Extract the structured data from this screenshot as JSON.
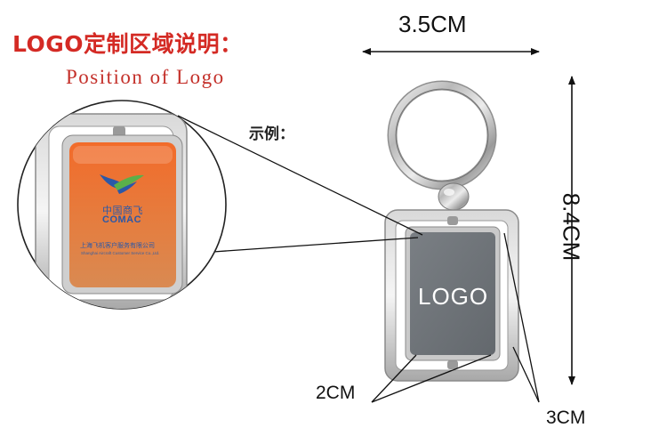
{
  "heading": {
    "title": "LOGO定制区域说明：",
    "subtitle": "Position of Logo",
    "example_label": "示例："
  },
  "dimensions": {
    "width": "3.5CM",
    "height": "8.4CM",
    "logo_area": "2CM",
    "frame": "3CM"
  },
  "product": {
    "logo_placeholder": "LOGO"
  },
  "zoom_sample": {
    "brand_cn": "中国商飞",
    "brand_en": "COMAC",
    "company_cn": "上海飞机客户服务有限公司",
    "company_en": "Shanghai Aircraft Customer Service Co.,Ltd."
  },
  "colors": {
    "title_red": "#d42a24",
    "logo_panel_grey": "#6f7479",
    "sample_gradient_top": "#f26b2a",
    "sample_gradient_bottom": "#d98a52",
    "brand_blue": "#2b58a8",
    "brand_green": "#5bb04a"
  }
}
